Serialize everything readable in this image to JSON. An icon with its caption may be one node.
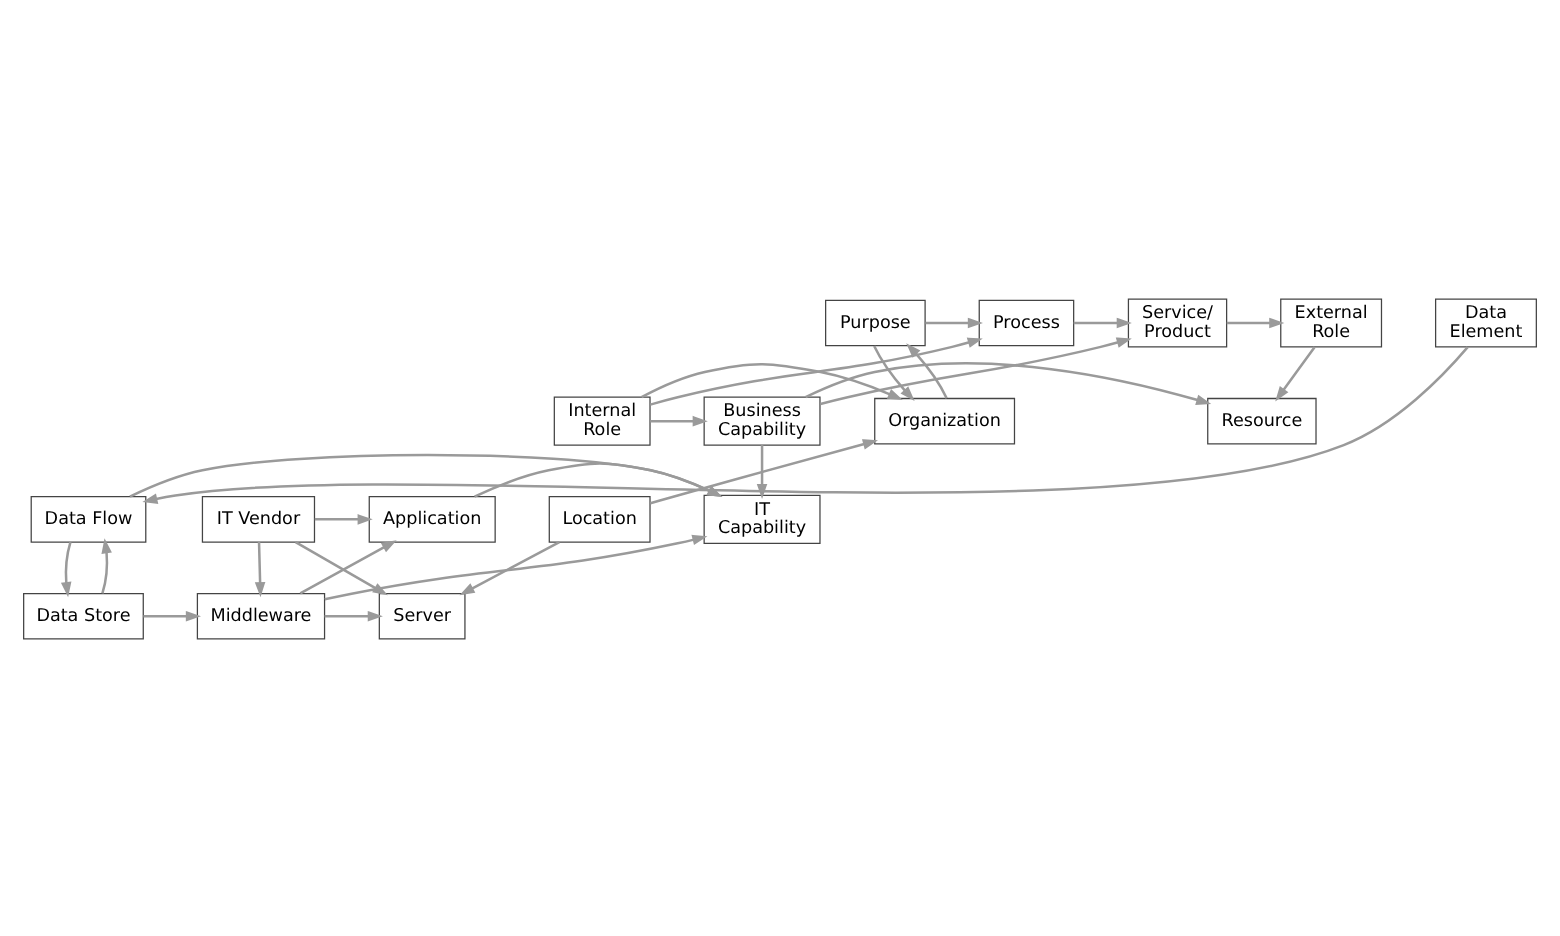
{
  "diagram": {
    "nodes": [
      {
        "text": [
          "Purpose"
        ]
      },
      {
        "text": [
          "Process"
        ]
      },
      {
        "text": [
          "Service/ Product"
        ]
      },
      {
        "text": [
          "External Role"
        ]
      },
      {
        "text": [
          "Organization"
        ]
      },
      {
        "text": [
          "Internal Role"
        ]
      },
      {
        "text": [
          "Business Capability"
        ]
      },
      {
        "text": [
          "Resource"
        ]
      },
      {
        "text": [
          "Location"
        ]
      },
      {
        "text": [
          "IT Vendor"
        ]
      },
      {
        "text": [
          "Application"
        ]
      },
      {
        "text": [
          "IT Capability"
        ]
      },
      {
        "text": [
          "Data Flow"
        ]
      },
      {
        "text": [
          "Data Element"
        ]
      },
      {
        "text": [
          "Server"
        ]
      },
      {
        "text": [
          "Middleware"
        ]
      },
      {
        "text": [
          "Data Store"
        ]
      }
    ],
    "edges": [
      {
        "from": 0,
        "to": 1,
        "arrow": "to"
      },
      {
        "from": 1,
        "to": 2,
        "arrow": "to"
      },
      {
        "from": 2,
        "to": 3,
        "arrow": "to"
      },
      {
        "from": 4,
        "to": 0,
        "arrow": "to"
      },
      {
        "from": 0,
        "to": 4,
        "arrow": "to"
      },
      {
        "from": 5,
        "to": 1,
        "arrow": "to"
      },
      {
        "from": 5,
        "to": 4,
        "arrow": "to"
      },
      {
        "from": 5,
        "to": 6,
        "arrow": "to"
      },
      {
        "from": 6,
        "to": 2,
        "arrow": "to"
      },
      {
        "from": 3,
        "to": 7,
        "arrow": "to"
      },
      {
        "from": 6,
        "to": 7,
        "arrow": "to"
      },
      {
        "from": 6,
        "to": 11,
        "arrow": "to"
      },
      {
        "from": 8,
        "to": 4,
        "arrow": "to"
      },
      {
        "from": 8,
        "to": 14,
        "arrow": "to"
      },
      {
        "from": 9,
        "to": 10,
        "arrow": "to"
      },
      {
        "from": 9,
        "to": 14,
        "arrow": "to"
      },
      {
        "from": 9,
        "to": 15,
        "arrow": "to"
      },
      {
        "from": 10,
        "to": 11,
        "arrow": "to"
      },
      {
        "from": 15,
        "to": 10,
        "arrow": "to"
      },
      {
        "from": 15,
        "to": 11,
        "arrow": "to"
      },
      {
        "from": 15,
        "to": 14,
        "arrow": "to"
      },
      {
        "from": 12,
        "to": 11,
        "arrow": "to"
      },
      {
        "from": 13,
        "to": 12,
        "arrow": "to"
      },
      {
        "from": 16,
        "to": 12,
        "arrow": "to"
      },
      {
        "from": 12,
        "to": 16,
        "arrow": "to"
      },
      {
        "from": 16,
        "to": 15,
        "arrow": "to"
      }
    ]
  }
}
